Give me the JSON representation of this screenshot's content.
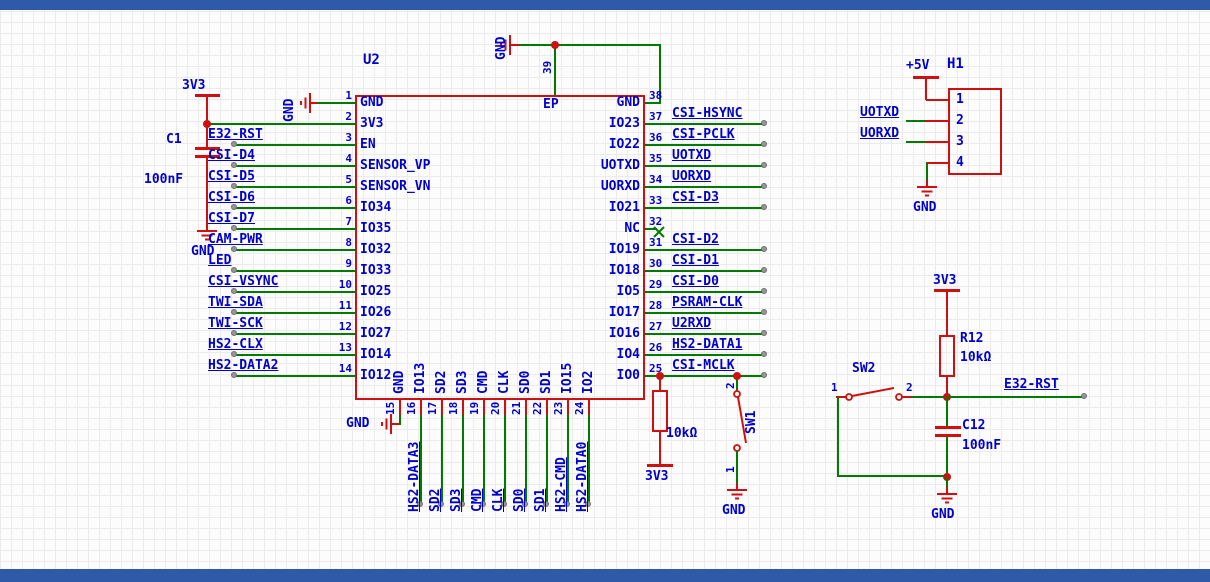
{
  "palette": {
    "symbol_red": "#cf1010",
    "wire_green": "#007a00",
    "text_blue": "#0000cc",
    "pad_gray": "#969696",
    "bar_blue": "#2e5aa8",
    "grid": "#ebebeb",
    "canvas_bg": "#fcfcfc"
  },
  "schematic": {
    "ic_u2": {
      "refdes": "U2",
      "ep": {
        "name": "EP",
        "num": "39",
        "gnd_label": "GND"
      },
      "left_gnd_label": "GND",
      "bottom_gnd_label": "GND",
      "left_pins": [
        {
          "num": "1",
          "name": "GND",
          "net": ""
        },
        {
          "num": "2",
          "name": "3V3",
          "net": ""
        },
        {
          "num": "3",
          "name": "EN",
          "net": "E32-RST"
        },
        {
          "num": "4",
          "name": "SENSOR_VP",
          "net": "CSI-D4"
        },
        {
          "num": "5",
          "name": "SENSOR_VN",
          "net": "CSI-D5"
        },
        {
          "num": "6",
          "name": "IO34",
          "net": "CSI-D6"
        },
        {
          "num": "7",
          "name": "IO35",
          "net": "CSI-D7"
        },
        {
          "num": "8",
          "name": "IO32",
          "net": "CAM-PWR"
        },
        {
          "num": "9",
          "name": "IO33",
          "net": "LED"
        },
        {
          "num": "10",
          "name": "IO25",
          "net": "CSI-VSYNC"
        },
        {
          "num": "11",
          "name": "IO26",
          "net": "TWI-SDA"
        },
        {
          "num": "12",
          "name": "IO27",
          "net": "TWI-SCK"
        },
        {
          "num": "13",
          "name": "IO14",
          "net": "HS2-CLX"
        },
        {
          "num": "14",
          "name": "IO12",
          "net": "HS2-DATA2"
        }
      ],
      "right_pins": [
        {
          "num": "38",
          "name": "GND",
          "net": ""
        },
        {
          "num": "37",
          "name": "IO23",
          "net": "CSI-HSYNC"
        },
        {
          "num": "36",
          "name": "IO22",
          "net": "CSI-PCLK"
        },
        {
          "num": "35",
          "name": "UOTXD",
          "net": "UOTXD"
        },
        {
          "num": "34",
          "name": "UORXD",
          "net": "UORXD"
        },
        {
          "num": "33",
          "name": "IO21",
          "net": "CSI-D3"
        },
        {
          "num": "32",
          "name": "NC",
          "net": "",
          "nc": true
        },
        {
          "num": "31",
          "name": "IO19",
          "net": "CSI-D2"
        },
        {
          "num": "30",
          "name": "IO18",
          "net": "CSI-D1"
        },
        {
          "num": "29",
          "name": "IO5",
          "net": "CSI-D0"
        },
        {
          "num": "28",
          "name": "IO17",
          "net": "PSRAM-CLK"
        },
        {
          "num": "27",
          "name": "IO16",
          "net": "U2RXD"
        },
        {
          "num": "26",
          "name": "IO4",
          "net": "HS2-DATA1"
        },
        {
          "num": "25",
          "name": "IO0",
          "net": "CSI-MCLK"
        }
      ],
      "bottom_pins": [
        {
          "num": "15",
          "name": "GND",
          "net": ""
        },
        {
          "num": "16",
          "name": "IO13",
          "net": "HS2-DATA3"
        },
        {
          "num": "17",
          "name": "SD2",
          "net": "SD2"
        },
        {
          "num": "18",
          "name": "SD3",
          "net": "SD3"
        },
        {
          "num": "19",
          "name": "CMD",
          "net": "CMD"
        },
        {
          "num": "20",
          "name": "CLK",
          "net": "CLK"
        },
        {
          "num": "21",
          "name": "SD0",
          "net": "SD0"
        },
        {
          "num": "22",
          "name": "SD1",
          "net": "SD1"
        },
        {
          "num": "23",
          "name": "IO15",
          "net": "HS2-CMD"
        },
        {
          "num": "24",
          "name": "IO2",
          "net": "HS2-DATA0"
        }
      ]
    },
    "power_c1": {
      "rail": "3V3",
      "cap_ref": "C1",
      "cap_value": "100nF",
      "gnd": "GND"
    },
    "pullup_io0": {
      "value": "10kΩ",
      "rail": "3V3"
    },
    "sw1": {
      "ref": "SW1",
      "top_pin": "2",
      "bottom_pin": "1",
      "gnd": "GND"
    },
    "header_h1": {
      "ref": "H1",
      "rail": "+5V",
      "pin_numbers": [
        "1",
        "2",
        "3",
        "4"
      ],
      "pin2_net": "UOTXD",
      "pin3_net": "UORXD",
      "gnd": "GND"
    },
    "reset_circuit": {
      "rail": "3V3",
      "r_ref": "R12",
      "r_value": "10kΩ",
      "sw_ref": "SW2",
      "sw_left_pin": "1",
      "sw_right_pin": "2",
      "c_ref": "C12",
      "c_value": "100nF",
      "net": "E32-RST",
      "gnd": "GND"
    }
  }
}
